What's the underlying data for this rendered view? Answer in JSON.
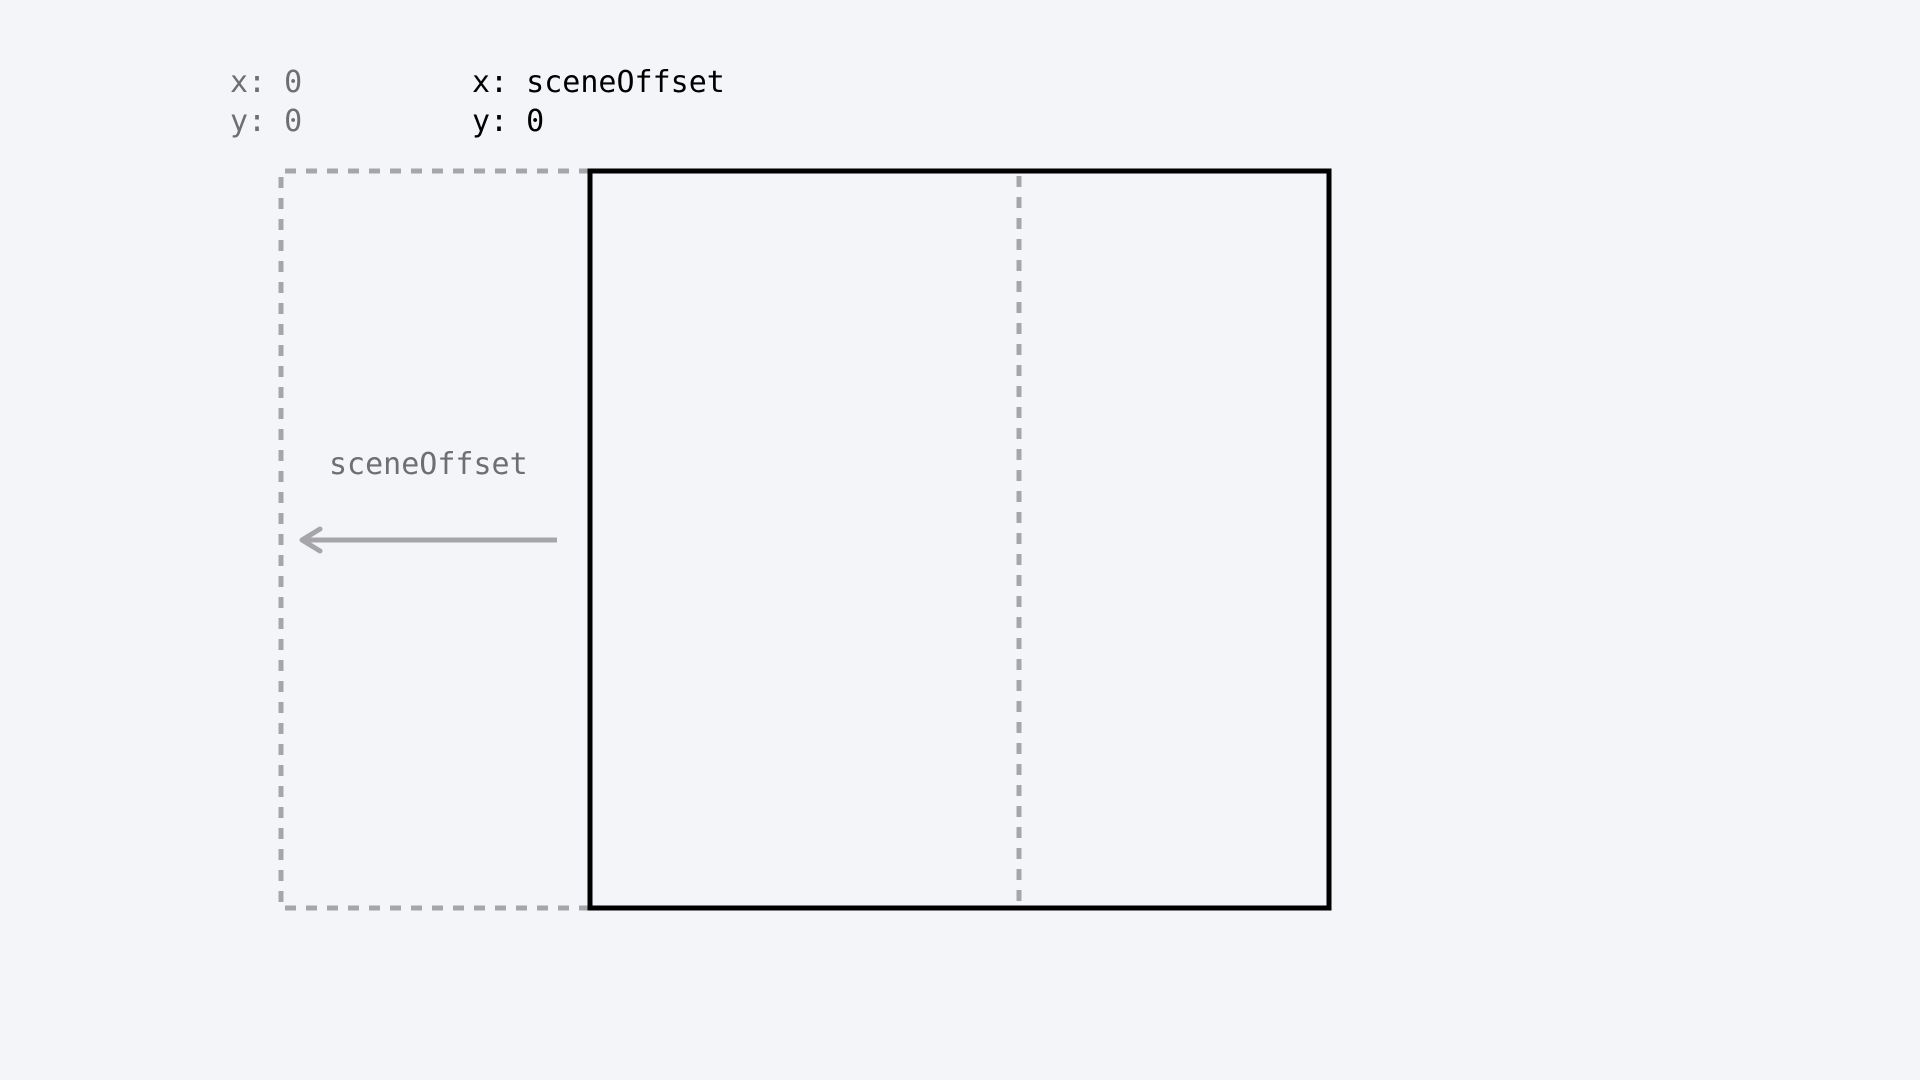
{
  "colors": {
    "background": "#f3f5f9",
    "muted": "#a6a6aa",
    "muted_text": "#6e6e73",
    "foreground": "#000000"
  },
  "origin_label": {
    "x_line": "x: 0",
    "y_line": "y: 0"
  },
  "shifted_label": {
    "x_line": "x: sceneOffset",
    "y_line": "y: 0"
  },
  "offset_arrow": {
    "label": "sceneOffset",
    "direction": "left"
  }
}
